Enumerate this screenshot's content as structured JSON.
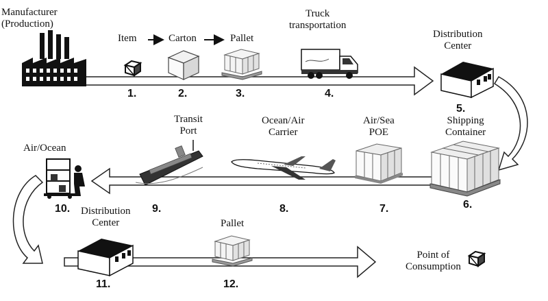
{
  "labels": {
    "manufacturer": [
      "Manufacturer",
      "(Production)"
    ],
    "item": "Item",
    "carton": "Carton",
    "pallet_top": "Pallet",
    "truck": [
      "Truck",
      "transportation"
    ],
    "distribution_center_top": [
      "Distribution",
      "Center"
    ],
    "shipping_container": [
      "Shipping",
      "Container"
    ],
    "air_sea_poe": [
      "Air/Sea",
      "POE"
    ],
    "ocean_air_carrier": [
      "Ocean/Air",
      "Carrier"
    ],
    "transit_port": [
      "Transit",
      "Port"
    ],
    "air_ocean": "Air/Ocean",
    "distribution_center_bottom": [
      "Distribution",
      "Center"
    ],
    "pallet_bottom": "Pallet",
    "point_of_consumption": [
      "Point of",
      "Consumption"
    ]
  },
  "steps": [
    "1.",
    "2.",
    "3.",
    "4.",
    "5.",
    "6.",
    "7.",
    "8.",
    "9.",
    "10.",
    "11.",
    "12."
  ],
  "icons": {
    "factory": "factory-icon",
    "item": "item-box-icon",
    "carton": "carton-icon",
    "pallet": "pallet-icon",
    "truck": "truck-icon",
    "warehouse": "warehouse-icon",
    "container": "shipping-container-icon",
    "ship": "ship-icon",
    "airplane": "airplane-icon",
    "worker": "dock-worker-icon"
  }
}
